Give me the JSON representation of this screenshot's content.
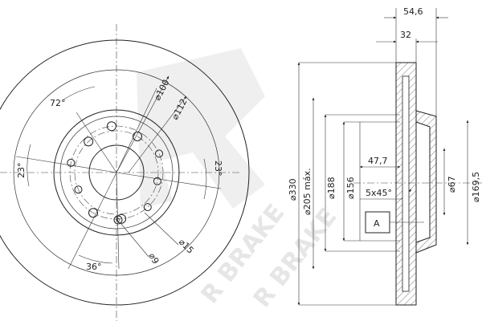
{
  "watermark": {
    "text": "R BRAKE",
    "color": "#e6e6e6"
  },
  "front_view": {
    "labels": {
      "d_100": "⌀100",
      "d_112": "⌀112",
      "angle_72": "72°",
      "angle_23_left": "23°",
      "angle_23_right": "23°",
      "angle_36": "36°",
      "d_15": "⌀15",
      "d_9": "⌀9"
    }
  },
  "section_view": {
    "labels": {
      "w_54_6": "54,6",
      "w_32": "32",
      "d_330": "⌀330",
      "d_205": "⌀205 máx.",
      "d_188": "⌀188",
      "d_156": "⌀156",
      "w_47_7": "47,7",
      "chamfer": "5x45°",
      "d_67": "⌀67",
      "d_169_5": "⌀169,5",
      "datum": "A"
    }
  },
  "colors": {
    "line": "#222222",
    "hatch": "#555555",
    "watermark": "#e6e6e6"
  }
}
